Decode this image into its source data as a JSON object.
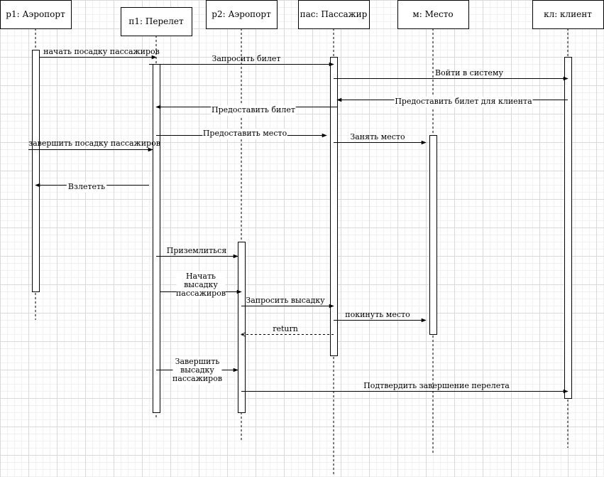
{
  "participants": [
    {
      "id": "p1",
      "label": "p1: Аэропорт"
    },
    {
      "id": "f1",
      "label": "п1: Перелет"
    },
    {
      "id": "p2",
      "label": "p2: Аэропорт"
    },
    {
      "id": "pas",
      "label": "пас: Пассажир"
    },
    {
      "id": "m",
      "label": "м: Место"
    },
    {
      "id": "kl",
      "label": "кл: клиент"
    }
  ],
  "messages": [
    {
      "id": "m1",
      "text": "начать посадку пассажиров",
      "from": "p1",
      "to": "f1",
      "style": "solid"
    },
    {
      "id": "m2",
      "text": "Запросить билет",
      "from": "f1",
      "to": "pas",
      "style": "solid"
    },
    {
      "id": "m3",
      "text": "Войти в систему",
      "from": "pas",
      "to": "kl",
      "style": "solid"
    },
    {
      "id": "m4",
      "text": "Предоставить билет для клиента",
      "from": "kl",
      "to": "pas",
      "style": "solid"
    },
    {
      "id": "m5",
      "text": "Предоставить билет",
      "from": "pas",
      "to": "f1",
      "style": "solid"
    },
    {
      "id": "m6",
      "text": "Предоставить место",
      "from": "f1",
      "to": "pas",
      "style": "solid"
    },
    {
      "id": "m7",
      "text": "Занять место",
      "from": "pas",
      "to": "m",
      "style": "solid"
    },
    {
      "id": "m8",
      "text": "завершить посадку пассажиров",
      "from": "p1",
      "to": "f1",
      "style": "solid"
    },
    {
      "id": "m9",
      "text": "Взлететь",
      "from": "f1",
      "to": "p1",
      "style": "solid"
    },
    {
      "id": "m10",
      "text": "Приземлиться",
      "from": "f1",
      "to": "p2",
      "style": "solid"
    },
    {
      "id": "m11",
      "text": "Начать\nвысадку\nпассажиров",
      "from": "f1",
      "to": "p2",
      "style": "solid"
    },
    {
      "id": "m12",
      "text": "Запросить высадку",
      "from": "p2",
      "to": "pas",
      "style": "solid"
    },
    {
      "id": "m13",
      "text": "покинуть место",
      "from": "pas",
      "to": "m",
      "style": "solid"
    },
    {
      "id": "m14",
      "text": "return",
      "from": "pas",
      "to": "p2",
      "style": "dashed"
    },
    {
      "id": "m15",
      "text": "Завершить\nвысадку\nпассажиров",
      "from": "f1",
      "to": "p2",
      "style": "solid"
    },
    {
      "id": "m16",
      "text": "Подтвердить завершение перелета",
      "from": "p2",
      "to": "kl",
      "style": "solid"
    }
  ]
}
